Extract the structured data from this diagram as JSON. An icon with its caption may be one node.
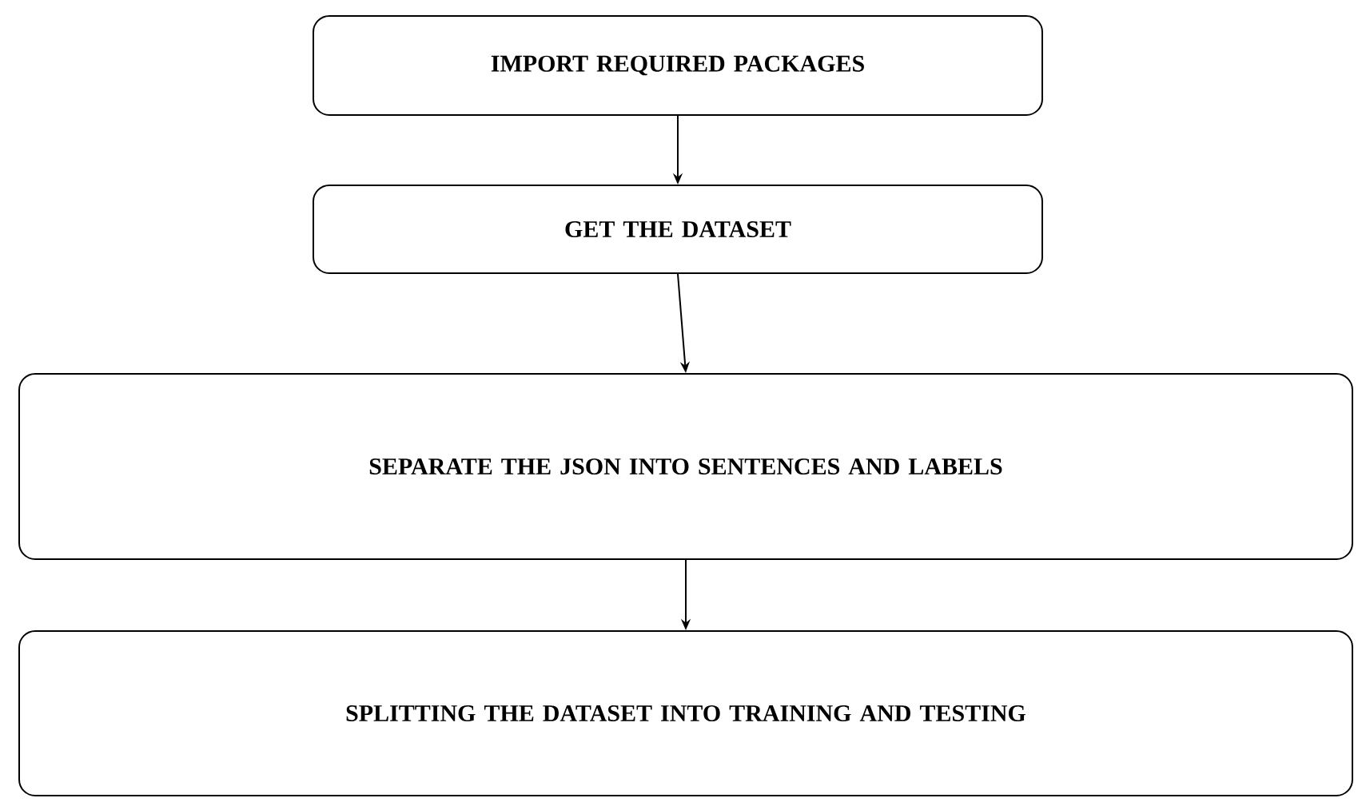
{
  "diagram": {
    "nodes": [
      {
        "text": [
          "IMPORT REQUIRED PACKAGES"
        ]
      },
      {
        "text": [
          "GET THE DATASET"
        ]
      },
      {
        "text": [
          "SEPARATE THE JSON INTO SENTENCES AND LABELS"
        ]
      },
      {
        "text": [
          "SPLITTING THE DATASET INTO TRAINING AND TESTING"
        ]
      }
    ],
    "edges": [
      {
        "from": 0,
        "to": 1,
        "arrow": "to"
      },
      {
        "from": 1,
        "to": 2,
        "arrow": "to"
      },
      {
        "from": 2,
        "to": 3,
        "arrow": "to"
      }
    ]
  }
}
